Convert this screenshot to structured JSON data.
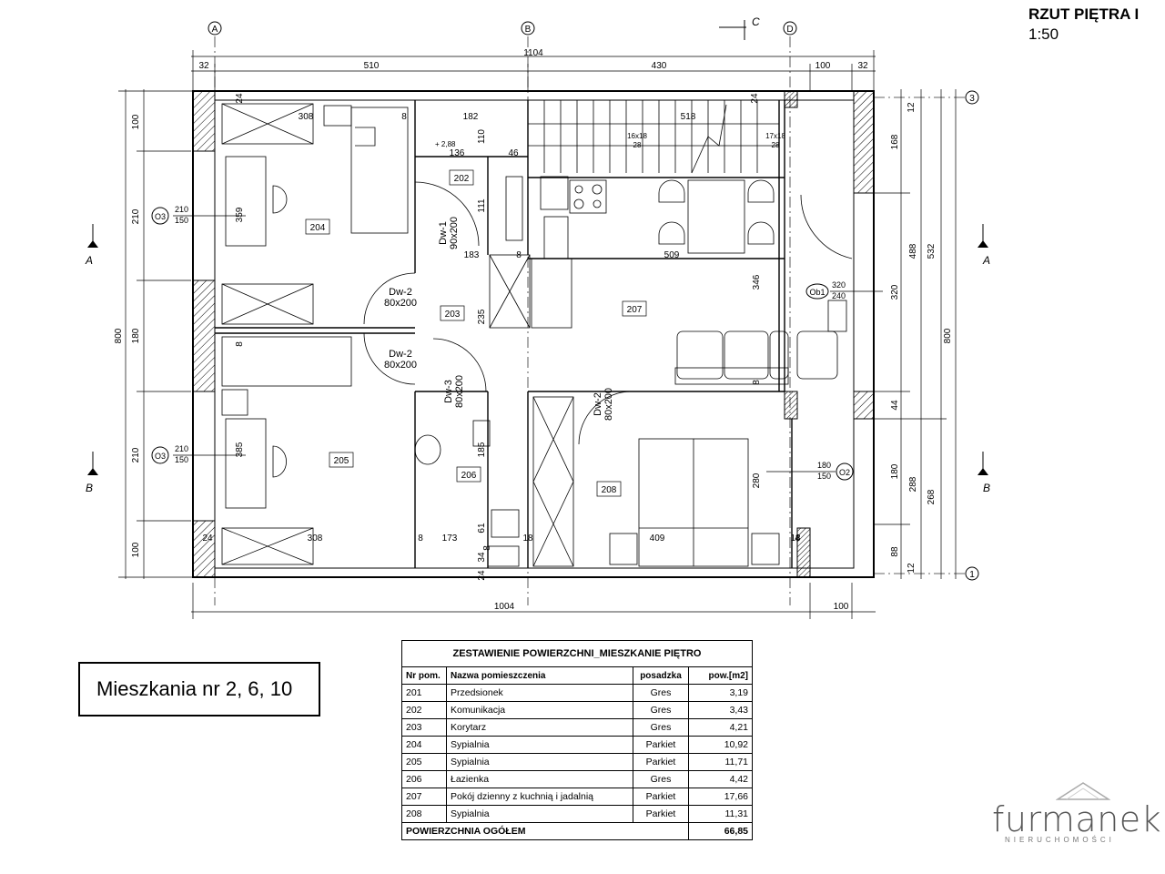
{
  "title": {
    "name": "RZUT PIĘTRA I",
    "scale": "1:50"
  },
  "apartment_label": "Mieszkania nr 2, 6, 10",
  "table": {
    "caption": "ZESTAWIENIE POWIERZCHNI_MIESZKANIE PIĘTRO",
    "headers": [
      "Nr pom.",
      "Nazwa pomieszczenia",
      "posadzka",
      "pow.[m2]"
    ],
    "rows": [
      [
        "201",
        "Przedsionek",
        "Gres",
        "3,19"
      ],
      [
        "202",
        "Komunikacja",
        "Gres",
        "3,43"
      ],
      [
        "203",
        "Korytarz",
        "Gres",
        "4,21"
      ],
      [
        "204",
        "Sypialnia",
        "Parkiet",
        "10,92"
      ],
      [
        "205",
        "Sypialnia",
        "Parkiet",
        "11,71"
      ],
      [
        "206",
        "Łazienka",
        "Gres",
        "4,42"
      ],
      [
        "207",
        "Pokój dzienny z kuchnią i jadalnią",
        "Parkiet",
        "17,66"
      ],
      [
        "208",
        "Sypialnia",
        "Parkiet",
        "11,31"
      ]
    ],
    "total_label": "POWIERZCHNIA OGÓŁEM",
    "total_value": "66,85"
  },
  "logo": {
    "name": "furmanek",
    "sub": "NIERUCHOMOŚCI"
  },
  "plan": {
    "axes": [
      "A",
      "B",
      "C",
      "D",
      "1",
      "3"
    ],
    "section_marks": [
      "A",
      "A",
      "B",
      "B",
      "C"
    ],
    "rooms": [
      "202",
      "203",
      "204",
      "205",
      "206",
      "207",
      "208"
    ],
    "dims_top": [
      "32",
      "510",
      "1104",
      "430",
      "100",
      "32"
    ],
    "dims_bottom": [
      "1004",
      "100"
    ],
    "dims_left": [
      "100",
      "210",
      "180",
      "210",
      "100",
      "800"
    ],
    "dims_right": [
      "12",
      "168",
      "320",
      "44",
      "180",
      "12",
      "88",
      "488",
      "288",
      "532",
      "268",
      "800"
    ],
    "inner_dims": [
      "24",
      "308",
      "8",
      "182",
      "518",
      "24",
      "110",
      "136",
      "46",
      "111",
      "183",
      "8",
      "509",
      "359",
      "235",
      "346",
      "8",
      "385",
      "185",
      "8",
      "173",
      "18",
      "409",
      "280",
      "308",
      "24",
      "8",
      "8",
      "18",
      "4",
      "24",
      "34",
      "61"
    ],
    "stairs": [
      "16x18",
      "28",
      "17x18",
      "28"
    ],
    "level": "+ 2,88",
    "doors": [
      {
        "name": "Dw-1",
        "size": "90x200"
      },
      {
        "name": "Dw-2",
        "size": "80x200"
      },
      {
        "name": "Dw-2",
        "size": "80x200"
      },
      {
        "name": "Dw-3",
        "size": "80x200"
      },
      {
        "name": "Dw-2",
        "size": "80x200"
      }
    ],
    "windows": [
      {
        "name": "O3",
        "w": "210",
        "h": "150"
      },
      {
        "name": "O3",
        "w": "210",
        "h": "150"
      },
      {
        "name": "Ob1",
        "w": "320",
        "h": "240"
      },
      {
        "name": "O2",
        "w": "180",
        "h": "150"
      }
    ]
  }
}
